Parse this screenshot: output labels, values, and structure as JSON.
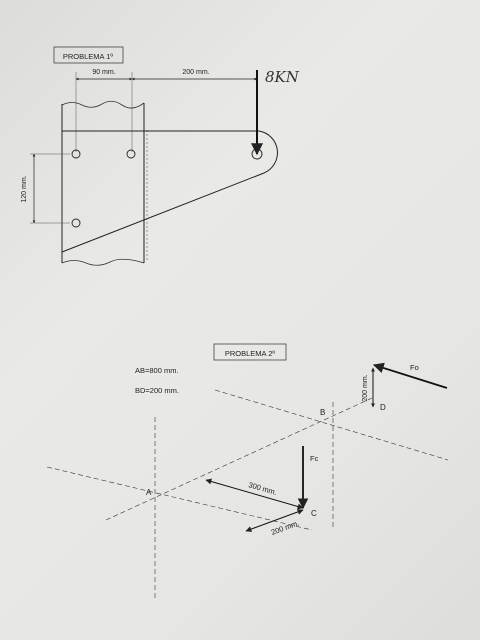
{
  "problem1": {
    "title": "PROBLEMA 1º",
    "dim_left": "90 mm.",
    "dim_right": "200 mm.",
    "dim_vertical": "120 mm.",
    "load": "8KN"
  },
  "problem2": {
    "title": "PROBLEMA 2º",
    "given_ab": "AB=800 mm.",
    "given_bd": "BD=200 mm.",
    "point_a": "A",
    "point_b": "B",
    "point_c": "C",
    "point_d": "D",
    "force_fc": "Fc",
    "force_fd": "Fo",
    "dim_ac": "300 mm.",
    "dim_cx": "200 mm.",
    "dim_bd": "200 mm."
  }
}
